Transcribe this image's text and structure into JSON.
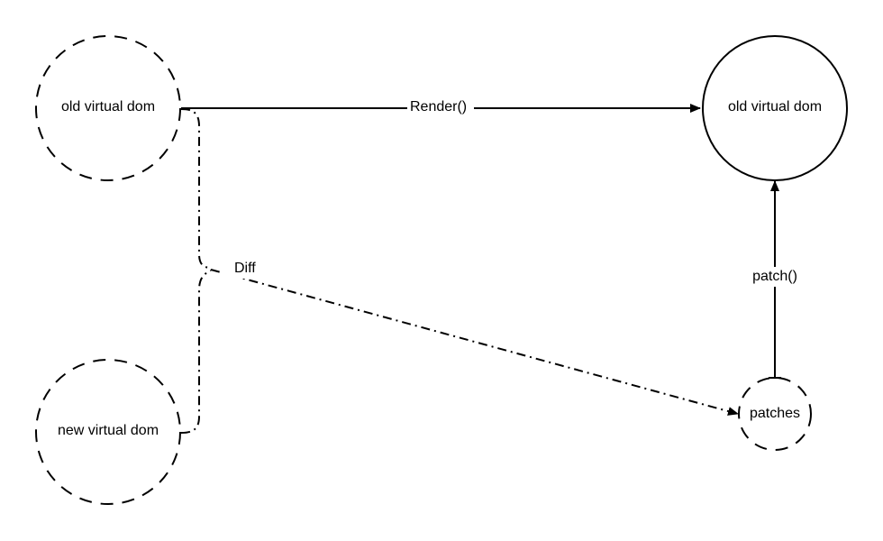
{
  "nodes": {
    "old_vdom_left": {
      "label": "old virtual dom",
      "style": "dashed"
    },
    "new_vdom": {
      "label": "new virtual dom",
      "style": "dashed"
    },
    "old_vdom_right": {
      "label": "old virtual dom",
      "style": "solid"
    },
    "patches": {
      "label": "patches",
      "style": "dashed"
    }
  },
  "edges": {
    "render": {
      "label": "Render()",
      "from": "old_vdom_left",
      "to": "old_vdom_right",
      "style": "solid"
    },
    "diff": {
      "label": "Diff",
      "from": [
        "old_vdom_left",
        "new_vdom"
      ],
      "to": "patches",
      "style": "dash-dot"
    },
    "patch": {
      "label": "patch()",
      "from": "patches",
      "to": "old_vdom_right",
      "style": "solid"
    }
  },
  "colors": {
    "stroke": "#000000",
    "background": "#ffffff"
  }
}
